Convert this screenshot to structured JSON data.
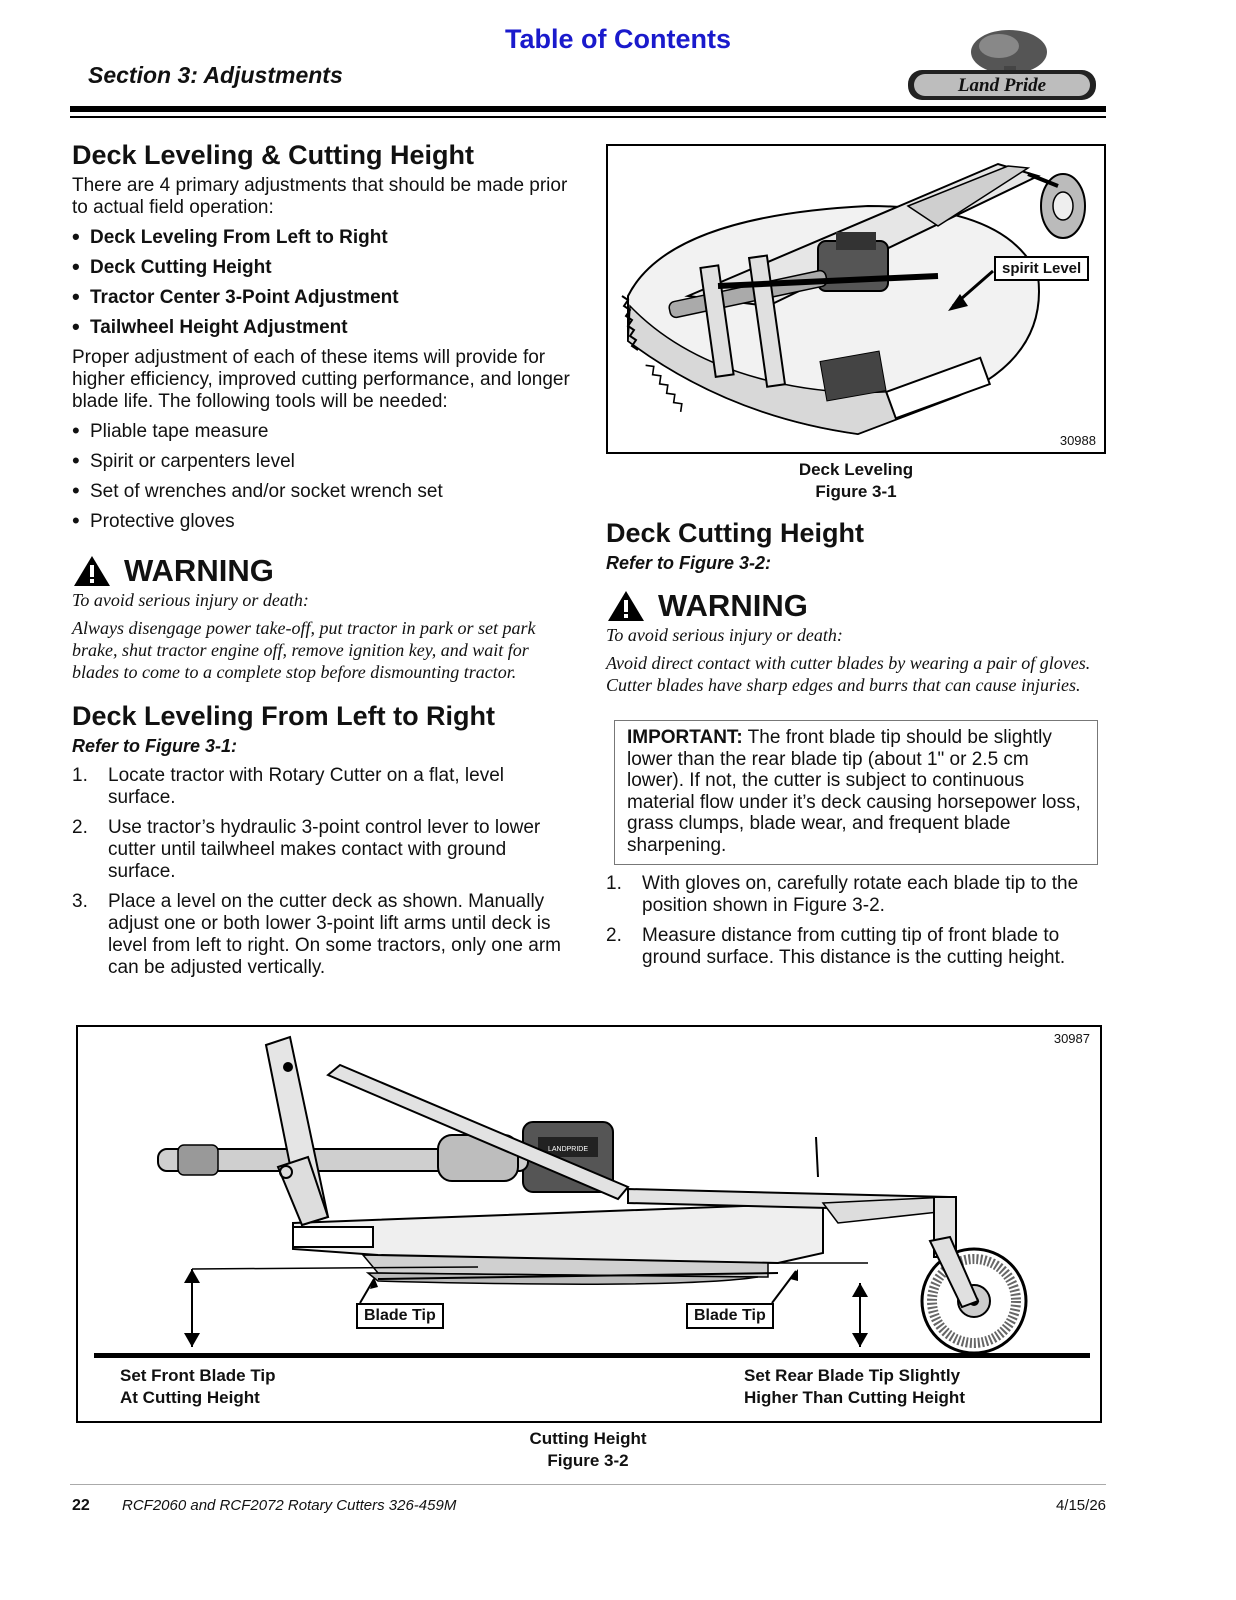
{
  "header": {
    "toc_link": "Table of Contents",
    "section": "Section 3: Adjustments",
    "logo_text": "Land Pride"
  },
  "left": {
    "title": "Deck Leveling & Cutting Height",
    "intro": "There are 4 primary adjustments that should be made prior to actual field operation:",
    "adjustments": [
      "Deck Leveling From Left to Right",
      "Deck Cutting Height",
      "Tractor Center 3-Point Adjustment",
      "Tailwheel Height Adjustment"
    ],
    "tools_intro": "Proper adjustment of each of these items will provide for higher efficiency, improved cutting performance, and longer blade life. The following tools will be needed:",
    "tools": [
      "Pliable tape measure",
      "Spirit or carpenters level",
      "Set of wrenches and/or socket wrench set",
      "Protective gloves"
    ],
    "warning": {
      "heading": "WARNING",
      "line1": "To avoid serious injury or death:",
      "line2": "Always disengage power take-off, put tractor in park or set park brake, shut tractor engine off, remove ignition key, and wait for blades to come to a complete stop before dismounting tractor."
    },
    "leveling": {
      "title": "Deck Leveling From Left to Right",
      "refer": "Refer to Figure 3-1:",
      "steps": [
        {
          "num": "1.",
          "text": "Locate tractor with Rotary Cutter on a flat, level surface."
        },
        {
          "num": "2.",
          "text": "Use tractor’s hydraulic 3-point control lever to lower cutter until tailwheel makes contact with ground surface."
        },
        {
          "num": "3.",
          "text": "Place a level on the cutter deck as shown. Manually adjust one or both lower 3-point lift arms until deck is level from left to right. On some tractors, only one arm can be adjusted vertically."
        }
      ]
    }
  },
  "right": {
    "figure1": {
      "label": "spirit Level",
      "number": "30988",
      "caption_title": "Deck Leveling",
      "caption_fig": "Figure 3-1"
    },
    "cutting": {
      "title": "Deck Cutting Height",
      "refer": "Refer to Figure 3-2:"
    },
    "warning": {
      "heading": "WARNING",
      "line1": "To avoid serious injury or death:",
      "line2": "Avoid direct contact with cutter blades by wearing a pair of gloves. Cutter blades have sharp edges and burrs that can cause injuries."
    },
    "important": {
      "label": "IMPORTANT:",
      "text": " The front blade tip should be slightly lower than the rear blade tip (about 1\" or 2.5 cm lower). If not, the cutter is subject to continuous material flow under it’s deck causing horsepower loss, grass clumps, blade wear, and frequent blade sharpening."
    },
    "steps": [
      {
        "num": "1.",
        "text": "With gloves on, carefully rotate each blade tip to the position shown in Figure 3-2."
      },
      {
        "num": "2.",
        "text": "Measure distance from cutting tip of front blade to ground surface. This distance is the cutting height."
      }
    ]
  },
  "figure2": {
    "number": "30987",
    "blade_tip_left": "Blade Tip",
    "blade_tip_right": "Blade Tip",
    "front_line1": "Set Front Blade Tip",
    "front_line2": "At Cutting Height",
    "rear_line1": "Set Rear Blade Tip Slightly",
    "rear_line2": "Higher Than Cutting Height",
    "deck_brand": "LANDPRIDE",
    "caption_title": "Cutting Height",
    "caption_fig": "Figure 3-2"
  },
  "footer": {
    "page": "22",
    "doc": "RCF2060 and RCF2072 Rotary Cutters 326-459M",
    "date": "4/15/26"
  }
}
